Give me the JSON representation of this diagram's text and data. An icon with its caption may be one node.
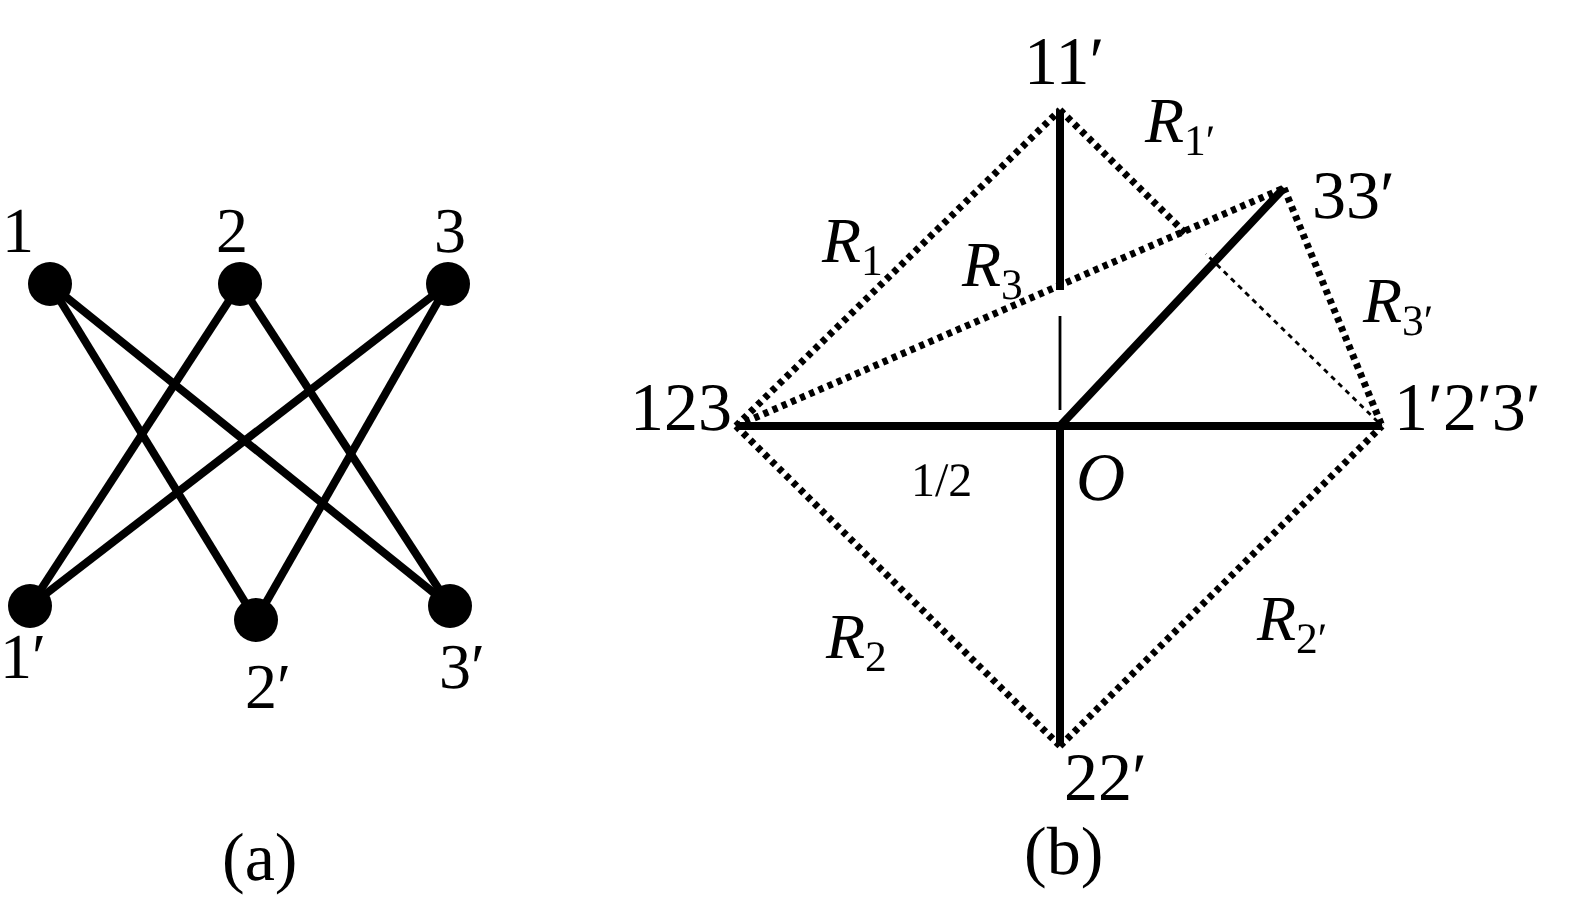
{
  "diagram": {
    "nodes": [
      {
        "text": [
          "1"
        ]
      },
      {
        "text": [
          "2"
        ]
      },
      {
        "text": [
          "3"
        ]
      },
      {
        "text": [
          "1′"
        ]
      },
      {
        "text": [
          "2′"
        ]
      },
      {
        "text": [
          "3′"
        ]
      },
      {
        "text": [
          "11′"
        ]
      },
      {
        "text": [
          "33′"
        ]
      },
      {
        "text": [
          "123"
        ]
      },
      {
        "text": [
          "O"
        ]
      },
      {
        "text": [
          "1′2′3′"
        ]
      },
      {
        "text": [
          "22′"
        ]
      }
    ],
    "edges": [
      {
        "from": 0,
        "to": 4,
        "arrow": "none"
      },
      {
        "from": 0,
        "to": 5,
        "arrow": "none"
      },
      {
        "from": 1,
        "to": 3,
        "arrow": "none"
      },
      {
        "from": 1,
        "to": 5,
        "arrow": "none"
      },
      {
        "from": 2,
        "to": 3,
        "arrow": "none"
      },
      {
        "from": 2,
        "to": 4,
        "arrow": "none"
      },
      {
        "from": 8,
        "to": 6,
        "arrow": "none",
        "style": "dashed",
        "label": "*R*$_{1}$"
      },
      {
        "from": 6,
        "to": 10,
        "arrow": "none",
        "style": "dashed",
        "label": "*R*$_{1′}$"
      },
      {
        "from": 8,
        "to": 7,
        "arrow": "none",
        "style": "dashed",
        "label": "*R*$_{3}$"
      },
      {
        "from": 7,
        "to": 10,
        "arrow": "none",
        "style": "dashed",
        "label": "*R*$_{3′}$"
      },
      {
        "from": 8,
        "to": 11,
        "arrow": "none",
        "style": "dashed",
        "label": "*R*$_{2}$"
      },
      {
        "from": 11,
        "to": 10,
        "arrow": "none",
        "style": "dashed",
        "label": "*R*$_{2′}$"
      },
      {
        "from": 9,
        "to": 6,
        "arrow": "none"
      },
      {
        "from": 8,
        "to": 9,
        "arrow": "none",
        "label": "1/2"
      },
      {
        "from": 9,
        "to": 10,
        "arrow": "none"
      },
      {
        "from": 9,
        "to": 11,
        "arrow": "none"
      },
      {
        "from": 9,
        "to": 7,
        "arrow": "none"
      }
    ],
    "labels": [
      "(a)",
      "(b)"
    ]
  }
}
